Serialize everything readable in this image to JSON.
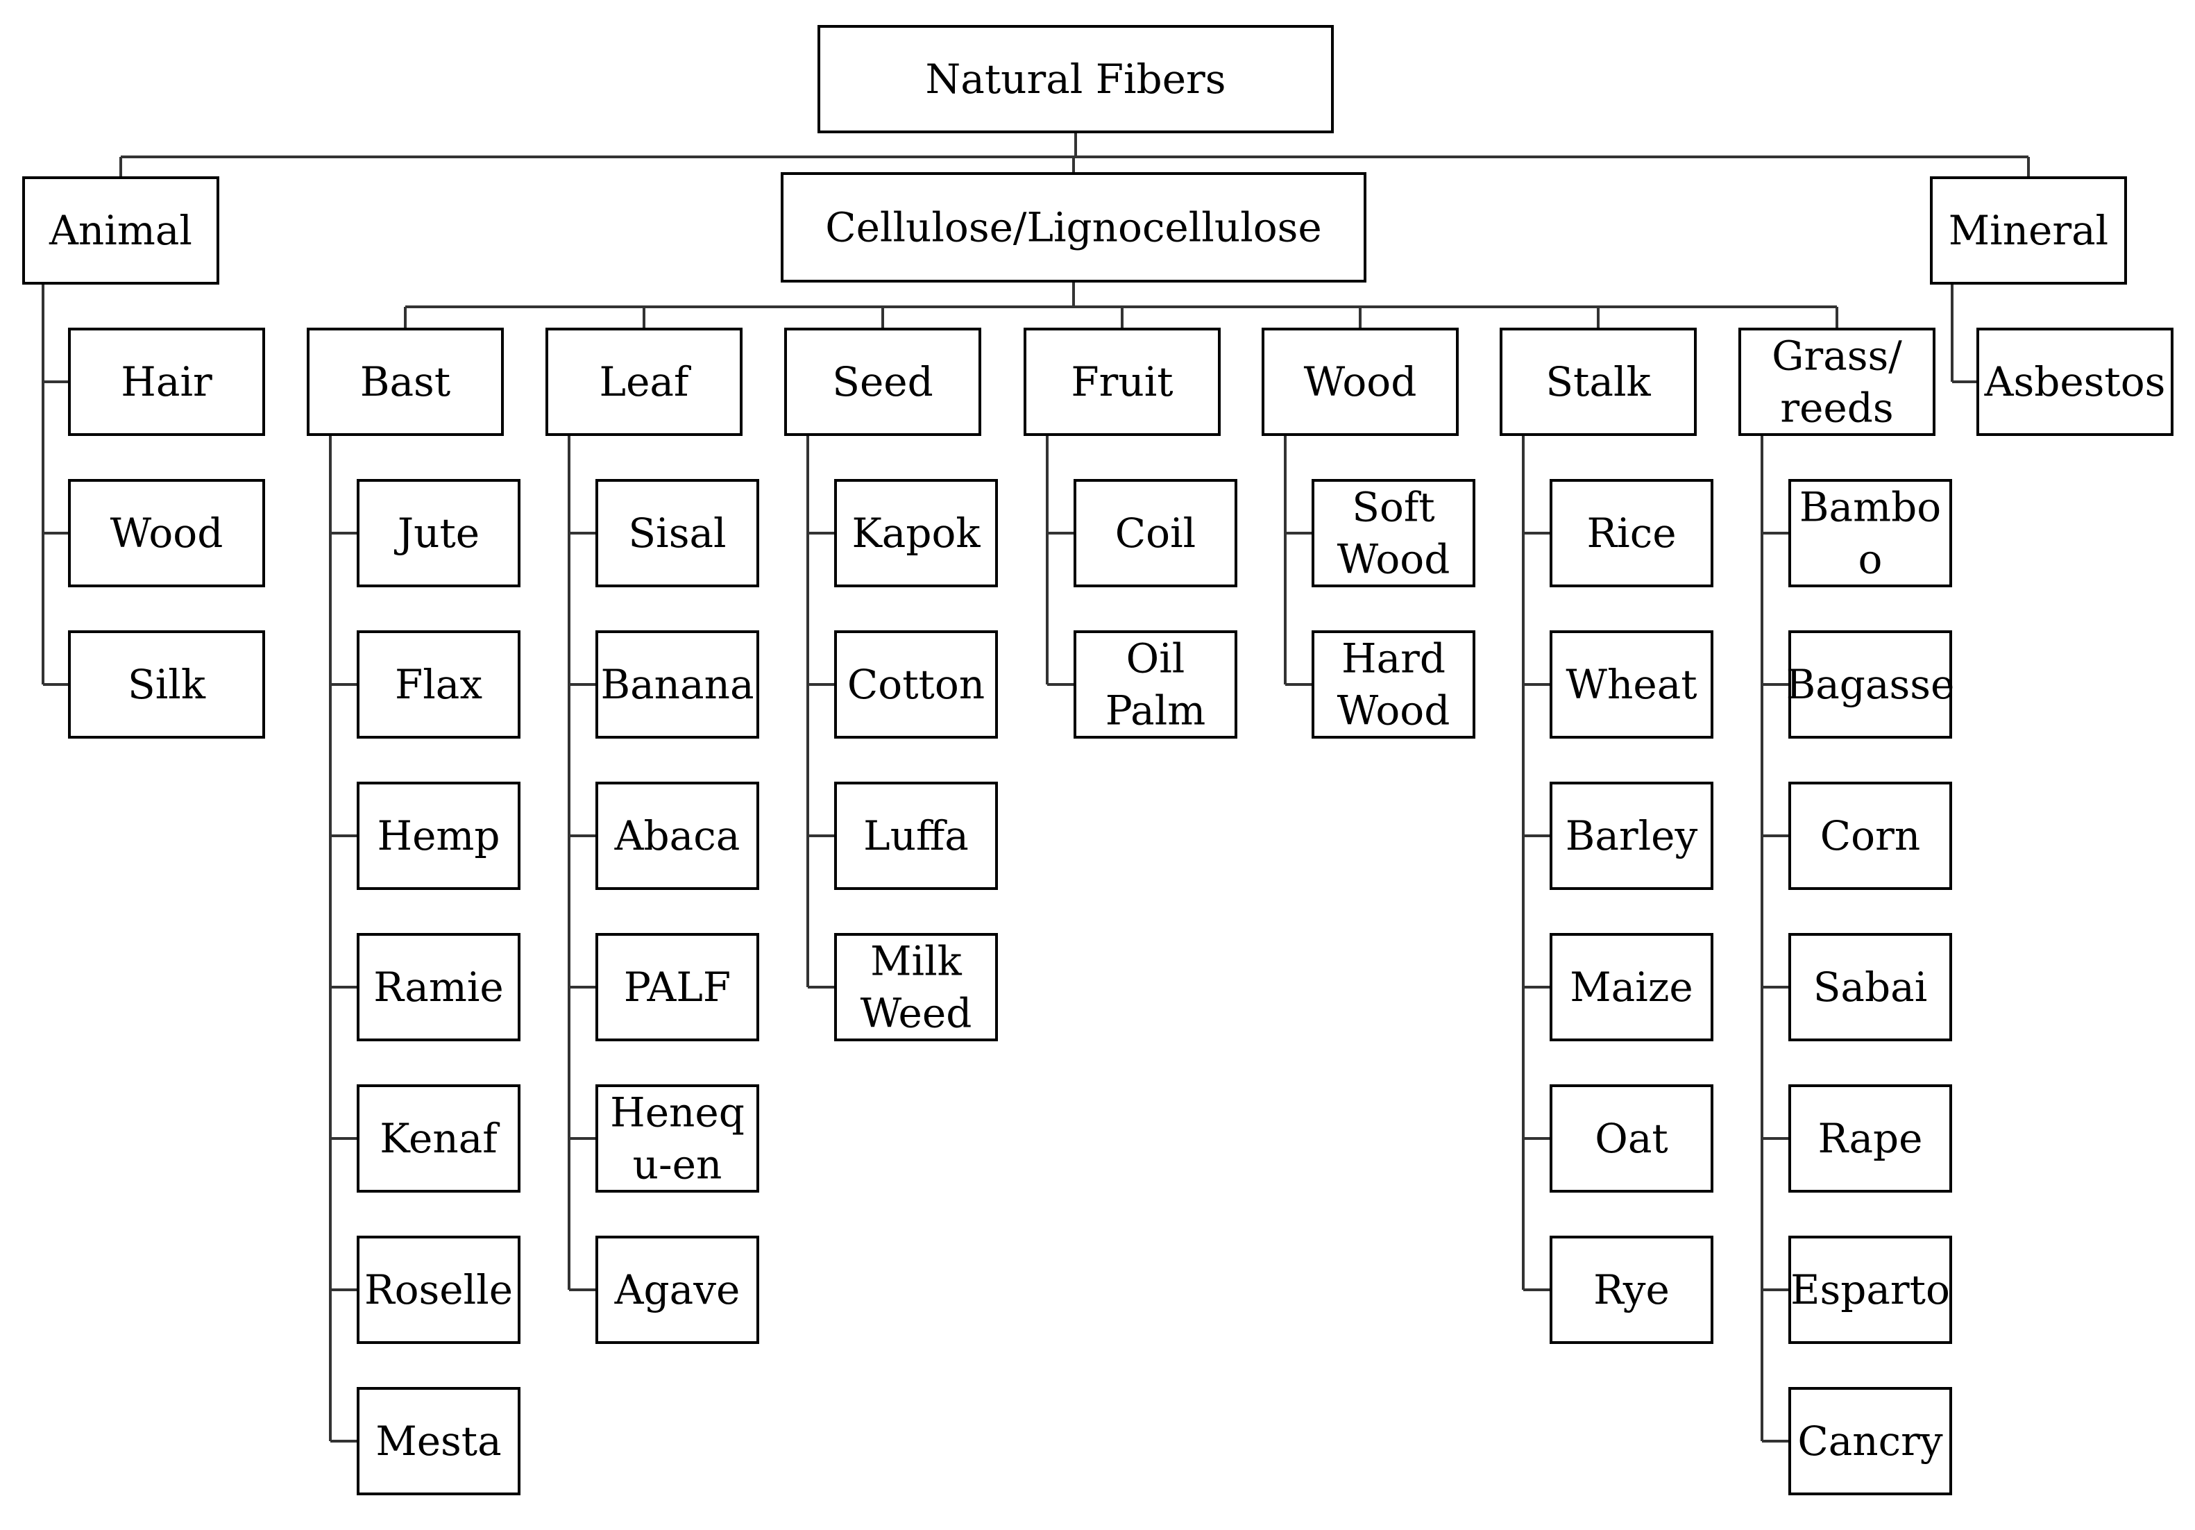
{
  "root": {
    "label": "Natural Fibers"
  },
  "categories": [
    {
      "id": "animal",
      "label": "Animal",
      "children": [
        "Hair",
        "Wood",
        "Silk"
      ]
    },
    {
      "id": "cellulose",
      "label": "Cellulose/Lignocellulose"
    },
    {
      "id": "mineral",
      "label": "Mineral",
      "children": [
        "Asbestos"
      ]
    }
  ],
  "plant_groups": [
    {
      "id": "bast",
      "label": "Bast",
      "children": [
        "Jute",
        "Flax",
        "Hemp",
        "Ramie",
        "Kenaf",
        "Roselle",
        "Mesta"
      ]
    },
    {
      "id": "leaf",
      "label": "Leaf",
      "children": [
        "Sisal",
        "Banana",
        "Abaca",
        "PALF",
        "Heneq\nu-en",
        "Agave"
      ]
    },
    {
      "id": "seed",
      "label": "Seed",
      "children": [
        "Kapok",
        "Cotton",
        "Luffa",
        "Milk\nWeed"
      ]
    },
    {
      "id": "fruit",
      "label": "Fruit",
      "children": [
        "Coil",
        "Oil\nPalm"
      ]
    },
    {
      "id": "wood",
      "label": "Wood",
      "children": [
        "Soft\nWood",
        "Hard\nWood"
      ]
    },
    {
      "id": "stalk",
      "label": "Stalk",
      "children": [
        "Rice",
        "Wheat",
        "Barley",
        "Maize",
        "Oat",
        "Rye"
      ]
    },
    {
      "id": "grass",
      "label": "Grass/\nreeds",
      "children": [
        "Bambo\no",
        "Bagasse",
        "Corn",
        "Sabai",
        "Rape",
        "Esparto",
        "Cancry"
      ]
    }
  ]
}
